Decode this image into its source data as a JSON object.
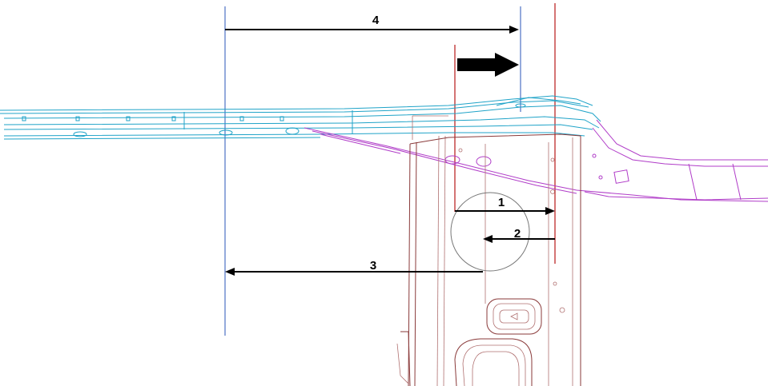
{
  "diagram": {
    "dimension_labels": [
      "1",
      "2",
      "3",
      "4"
    ],
    "colors": {
      "rail": "#1fa3c8",
      "reference_line": "#2a55b8",
      "pillar": "#8a3a3a",
      "profile": "#b03cc8",
      "red_line": "#b81818",
      "arrow": "#000000"
    }
  }
}
